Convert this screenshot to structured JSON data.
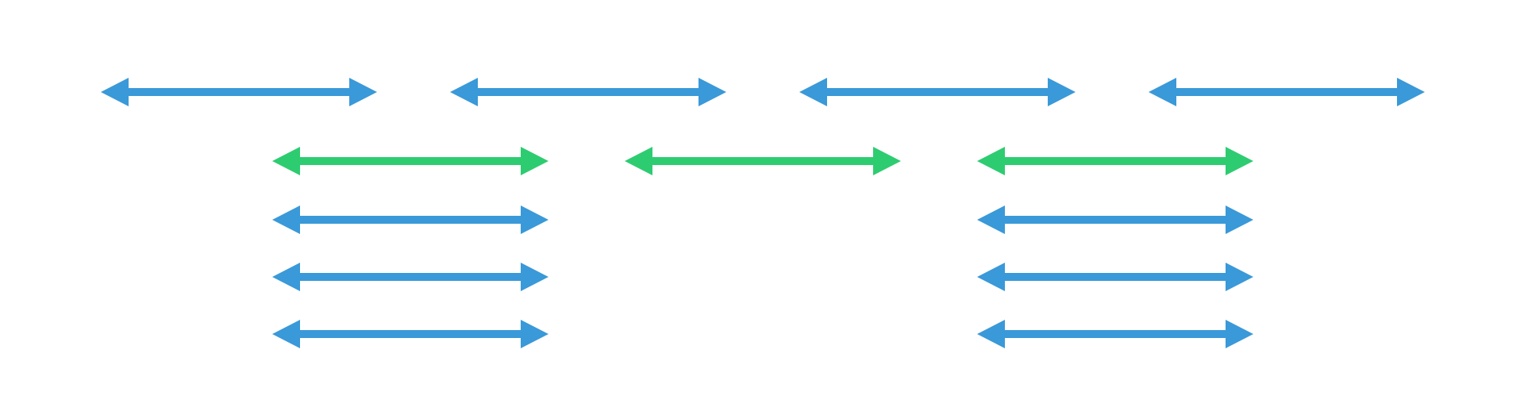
{
  "colors": {
    "background": "#ffffff",
    "blue": "#3a99d8",
    "green": "#2ecc71"
  },
  "arrows": [
    {
      "name": "top-row-arrow-1",
      "color": "blue",
      "icon": "double-headed-arrow-icon"
    },
    {
      "name": "top-row-arrow-2",
      "color": "blue",
      "icon": "double-headed-arrow-icon"
    },
    {
      "name": "top-row-arrow-3",
      "color": "blue",
      "icon": "double-headed-arrow-icon"
    },
    {
      "name": "top-row-arrow-4",
      "color": "blue",
      "icon": "double-headed-arrow-icon"
    },
    {
      "name": "left-column-green-arrow",
      "color": "green",
      "icon": "double-headed-arrow-icon"
    },
    {
      "name": "center-green-arrow",
      "color": "green",
      "icon": "double-headed-arrow-icon"
    },
    {
      "name": "right-column-green-arrow",
      "color": "green",
      "icon": "double-headed-arrow-icon"
    },
    {
      "name": "left-column-arrow-1",
      "color": "blue",
      "icon": "double-headed-arrow-icon"
    },
    {
      "name": "left-column-arrow-2",
      "color": "blue",
      "icon": "double-headed-arrow-icon"
    },
    {
      "name": "left-column-arrow-3",
      "color": "blue",
      "icon": "double-headed-arrow-icon"
    },
    {
      "name": "right-column-arrow-1",
      "color": "blue",
      "icon": "double-headed-arrow-icon"
    },
    {
      "name": "right-column-arrow-2",
      "color": "blue",
      "icon": "double-headed-arrow-icon"
    },
    {
      "name": "right-column-arrow-3",
      "color": "blue",
      "icon": "double-headed-arrow-icon"
    }
  ]
}
